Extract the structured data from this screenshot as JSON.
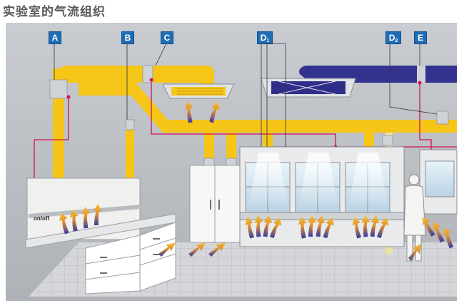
{
  "title": "实验室的气流组织",
  "labels": {
    "a": "A",
    "b": "B",
    "c": "C",
    "d1": "D",
    "d1_sub": "1",
    "d2": "D",
    "d2_sub": "2",
    "e": "E",
    "switch": "on/off"
  },
  "colors": {
    "duct_supply": "#f5c518",
    "duct_exhaust": "#33338f",
    "control_line": "#d0105a",
    "tag_blue": "#1f6db5",
    "airflow_warm": "#f0a020",
    "airflow_cool": "#3a3aa0"
  }
}
